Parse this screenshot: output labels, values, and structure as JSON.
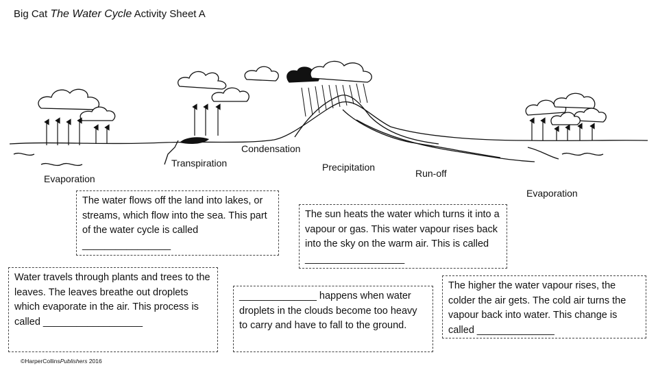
{
  "header": {
    "title_prefix": "Big Cat",
    "title_italic": "The Water Cycle",
    "title_suffix": "Activity Sheet A"
  },
  "diagram": {
    "labels": {
      "evaporation_left": "Evaporation",
      "transpiration": "Transpiration",
      "condensation": "Condensation",
      "precipitation": "Precipitation",
      "runoff": "Run-off",
      "evaporation_right": "Evaporation"
    }
  },
  "boxes": {
    "runoff": "The water flows off the land into lakes, or streams, which flow into the sea. This part of the water cycle is called ________________",
    "evaporation": "The sun heats the water which turns it into a vapour or gas. This water vapour rises back into the sky on the warm air. This is called __________________",
    "transpiration": "Water travels through plants and trees to the leaves. The leaves breathe out droplets which evaporate in the air. This process is called __________________",
    "precipitation": "______________ happens when water droplets in the clouds become too heavy to carry and have to fall to the ground.",
    "condensation": "The higher the water vapour rises, the colder the air gets. The cold air turns the vapour back into water. This change is called ______________"
  },
  "footer": {
    "copyright_prefix": "©HarperCollins",
    "copyright_italic": "Publishers",
    "copyright_suffix": " 2016"
  }
}
